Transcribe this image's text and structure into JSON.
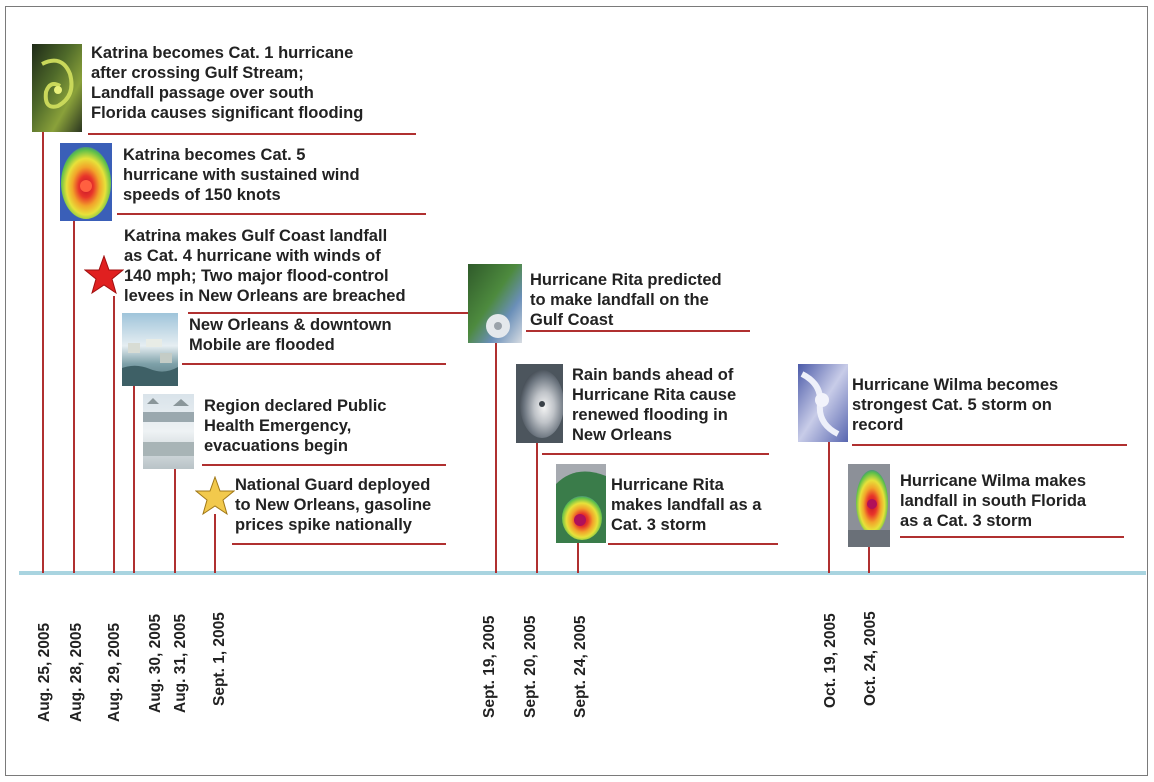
{
  "colors": {
    "axis": "#a9d4e0",
    "connector": "#b03030",
    "text": "#222222",
    "red_star": "#e02020",
    "yellow_star": "#f2c94c"
  },
  "dates": [
    "Aug. 25, 2005",
    "Aug. 28, 2005",
    "Aug. 29, 2005",
    "Aug. 30, 2005",
    "Aug. 31, 2005",
    "Sept. 1, 2005",
    "Sept. 19, 2005",
    "Sept. 20, 2005",
    "Sept. 24, 2005",
    "Oct. 19, 2005",
    "Oct. 24, 2005"
  ],
  "events": [
    {
      "date": "Aug. 25, 2005",
      "text": "Katrina becomes Cat. 1 hurricane\nafter crossing Gulf Stream;\nLandfall passage over south\nFlorida causes significant flooding",
      "marker": "satellite-image"
    },
    {
      "date": "Aug. 28, 2005",
      "text": "Katrina becomes Cat. 5\nhurricane with sustained wind\nspeeds of 150 knots",
      "marker": "radar-image"
    },
    {
      "date": "Aug. 29, 2005",
      "text": "Katrina makes Gulf Coast landfall\nas Cat. 4 hurricane with winds of\n140 mph; Two major flood-control\nlevees in New Orleans are breached",
      "marker": "red-star-icon"
    },
    {
      "date": "Aug. 30, 2005",
      "text": "New Orleans & downtown\nMobile are flooded",
      "marker": "flood-photo"
    },
    {
      "date": "Aug. 31, 2005",
      "text": "Region declared Public\nHealth Emergency,\nevacuations begin",
      "marker": "evacuation-photo"
    },
    {
      "date": "Sept. 1, 2005",
      "text": "National Guard deployed\nto New Orleans, gasoline\nprices spike nationally",
      "marker": "yellow-star-icon"
    },
    {
      "date": "Sept. 19, 2005",
      "text": "Hurricane Rita predicted\nto make landfall on the\nGulf Coast",
      "marker": "satellite-image"
    },
    {
      "date": "Sept. 20, 2005",
      "text": "Rain bands ahead of\nHurricane Rita cause\nrenewed flooding in\nNew Orleans",
      "marker": "satellite-image"
    },
    {
      "date": "Sept. 24, 2005",
      "text": "Hurricane Rita\nmakes landfall as a\nCat. 3 storm",
      "marker": "radar-image"
    },
    {
      "date": "Oct. 19, 2005",
      "text": "Hurricane Wilma becomes\nstrongest Cat. 5 storm on\nrecord",
      "marker": "satellite-image"
    },
    {
      "date": "Oct. 24, 2005",
      "text": "Hurricane Wilma makes\nlandfall in south Florida\nas a Cat. 3 storm",
      "marker": "radar-image"
    }
  ]
}
